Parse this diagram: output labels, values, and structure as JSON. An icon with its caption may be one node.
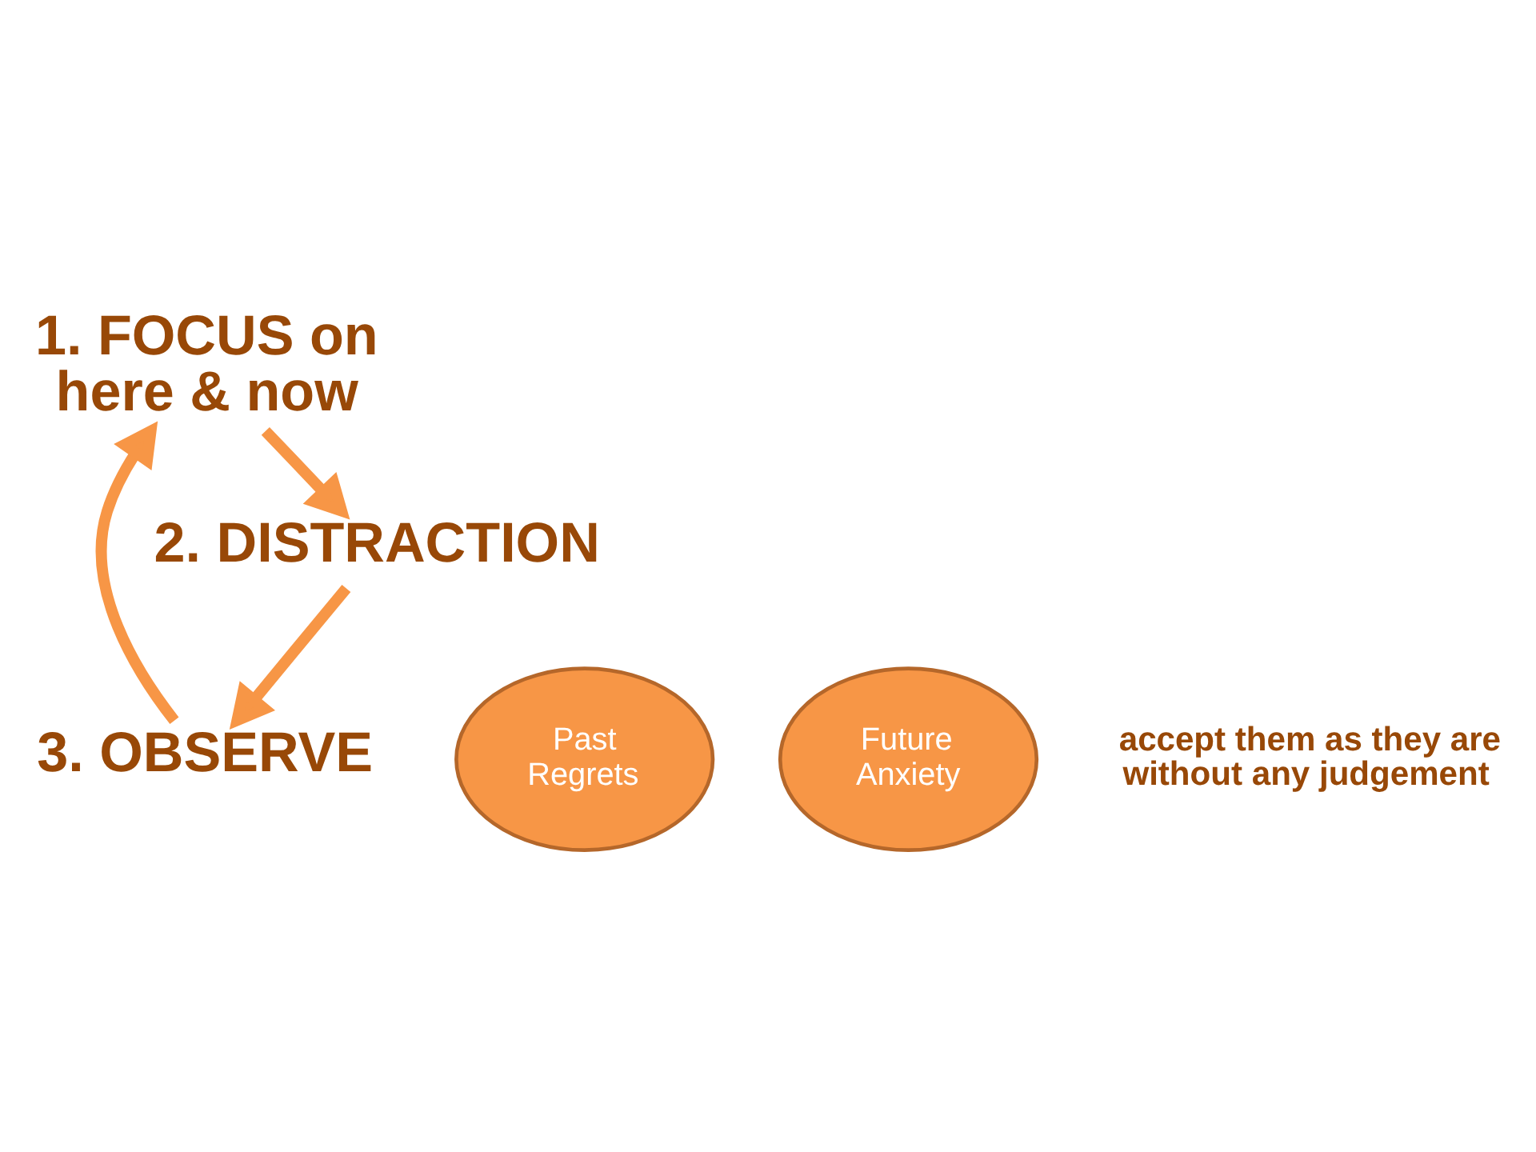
{
  "diagram": {
    "nodes": [
      {
        "text": [
          "1. FOCUS on here & now"
        ]
      },
      {
        "text": [
          "2. DISTRACTION"
        ]
      },
      {
        "text": [
          "3. OBSERVE"
        ]
      },
      {
        "text": [
          "Past Regrets"
        ]
      },
      {
        "text": [
          "Future Anxiety"
        ]
      }
    ],
    "edges": [
      {
        "from": 2,
        "to": 0,
        "arrow": "to"
      },
      {
        "from": 0,
        "to": 1,
        "arrow": "to"
      },
      {
        "from": 1,
        "to": 2,
        "arrow": "to"
      }
    ],
    "labels": [
      "accept them as they are without any judgement"
    ]
  }
}
